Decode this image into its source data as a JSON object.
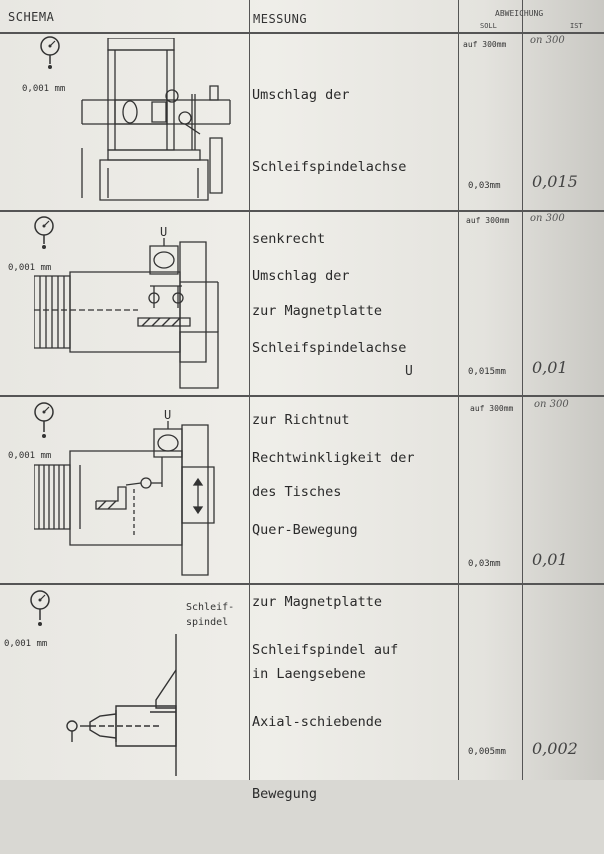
{
  "header": {
    "schema": "SCHEMA",
    "messung": "MESSUNG",
    "abweichung": "ABWEICHUNG",
    "soll": "SOLL",
    "ist": "IST"
  },
  "rows": [
    {
      "resolution": "0,001 mm",
      "lines": [
        "Umschlag der",
        "Schleifspindelachse",
        "senkrecht",
        "zur Magnetplatte"
      ],
      "tolerance_ref": "auf 300mm",
      "ist_ref": "on 300",
      "tolerance": "0,03mm",
      "actual": "0,015"
    },
    {
      "resolution": "0,001 mm",
      "lines": [
        "Umschlag der",
        "Schleifspindelachse",
        "zur Richtnut",
        "des Tisches"
      ],
      "tolerance_ref": "auf 300mm",
      "ist_ref": "on 300",
      "tolerance": "0,015mm",
      "actual": "0,01",
      "marker": "U"
    },
    {
      "resolution": "0,001 mm",
      "lines": [
        "Rechtwinkligkeit der",
        "Quer-Bewegung",
        "zur Magnetplatte",
        "in Laengsebene"
      ],
      "tolerance_ref": "auf 300mm",
      "ist_ref": "on 300",
      "tolerance": "0,03mm",
      "actual": "0,01"
    },
    {
      "resolution": "0,001 mm",
      "lines": [
        "Schleifspindel auf",
        "Axial-schiebende",
        "Bewegung"
      ],
      "tolerance": "0,005mm",
      "actual": "0,002",
      "figure_label": "Schleif-\nspindel"
    }
  ]
}
